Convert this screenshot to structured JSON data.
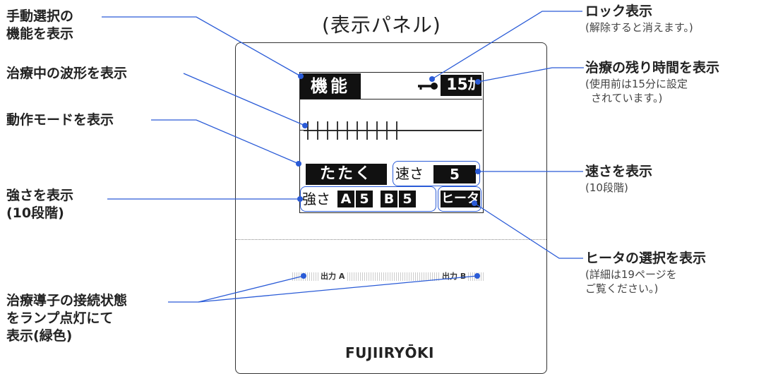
{
  "title": "(表示パネル)",
  "panel": {
    "function_label": "機能",
    "timer": "15ｶ",
    "mode": "たたく",
    "speed_label": "速さ",
    "speed_value": "5",
    "strength_label": "強さ",
    "strength_a_letter": "A",
    "strength_a_value": "5",
    "strength_b_letter": "B",
    "strength_b_value": "5",
    "heater": "ヒータ",
    "output_a": "出力 A",
    "output_b": "出力 B",
    "brand": "FUJIIRYŌKI"
  },
  "labels": {
    "manual": [
      "手動選択の",
      "機能を表示"
    ],
    "waveform": "治療中の波形を表示",
    "mode": "動作モードを表示",
    "strength": [
      "強さを表示",
      "(10段階)"
    ],
    "connection": [
      "治療導子の接続状態",
      "をランプ点灯にて",
      "表示(緑色)"
    ],
    "lock": "ロック表示",
    "lock_note": "(解除すると消えます。)",
    "time": "治療の残り時間を表示",
    "time_note": [
      "(使用前は15分に設定",
      "されています。)"
    ],
    "speed": "速さを表示",
    "speed_note": "(10段階)",
    "heater": "ヒータの選択を表示",
    "heater_note": [
      "(詳細は19ページを",
      "ご覧ください。)"
    ]
  }
}
